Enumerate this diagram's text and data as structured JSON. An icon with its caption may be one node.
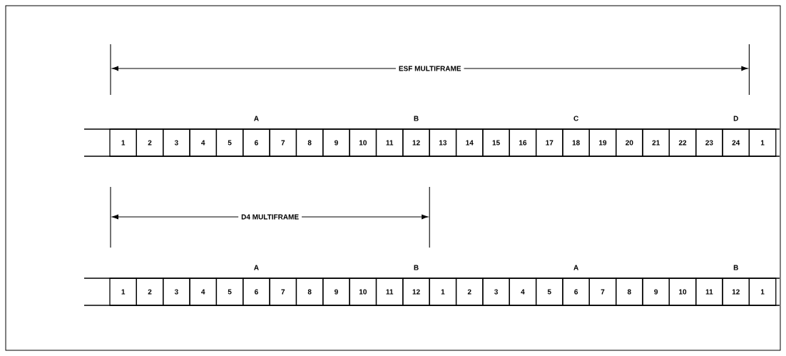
{
  "diagram": {
    "nodes": [
      {
        "text": [
          "1"
        ]
      },
      {
        "text": [
          "2"
        ]
      },
      {
        "text": [
          "3"
        ]
      },
      {
        "text": [
          "4"
        ]
      },
      {
        "text": [
          "5"
        ]
      },
      {
        "text": [
          "6"
        ]
      },
      {
        "text": [
          "7"
        ]
      },
      {
        "text": [
          "8"
        ]
      },
      {
        "text": [
          "9"
        ]
      },
      {
        "text": [
          "10"
        ]
      },
      {
        "text": [
          "11"
        ]
      },
      {
        "text": [
          "12"
        ]
      },
      {
        "text": [
          "13"
        ]
      },
      {
        "text": [
          "14"
        ]
      },
      {
        "text": [
          "15"
        ]
      },
      {
        "text": [
          "16"
        ]
      },
      {
        "text": [
          "17"
        ]
      },
      {
        "text": [
          "18"
        ]
      },
      {
        "text": [
          "19"
        ]
      },
      {
        "text": [
          "20"
        ]
      },
      {
        "text": [
          "21"
        ]
      },
      {
        "text": [
          "22"
        ]
      },
      {
        "text": [
          "23"
        ]
      },
      {
        "text": [
          "24"
        ]
      },
      {
        "text": [
          "1"
        ]
      },
      {
        "text": [
          "1"
        ]
      },
      {
        "text": [
          "2"
        ]
      },
      {
        "text": [
          "3"
        ]
      },
      {
        "text": [
          "4"
        ]
      },
      {
        "text": [
          "5"
        ]
      },
      {
        "text": [
          "6"
        ]
      },
      {
        "text": [
          "7"
        ]
      },
      {
        "text": [
          "8"
        ]
      },
      {
        "text": [
          "9"
        ]
      },
      {
        "text": [
          "10"
        ]
      },
      {
        "text": [
          "11"
        ]
      },
      {
        "text": [
          "12"
        ]
      },
      {
        "text": [
          "1"
        ]
      },
      {
        "text": [
          "2"
        ]
      },
      {
        "text": [
          "3"
        ]
      },
      {
        "text": [
          "4"
        ]
      },
      {
        "text": [
          "5"
        ]
      },
      {
        "text": [
          "6"
        ]
      },
      {
        "text": [
          "7"
        ]
      },
      {
        "text": [
          "8"
        ]
      },
      {
        "text": [
          "9"
        ]
      },
      {
        "text": [
          "10"
        ]
      },
      {
        "text": [
          "11"
        ]
      },
      {
        "text": [
          "12"
        ]
      },
      {
        "text": [
          "1"
        ]
      }
    ],
    "labels": [
      "ESF MULTIFRAME",
      "A",
      "B",
      "C",
      "D",
      "D4 MULTIFRAME",
      "A",
      "B",
      "A",
      "B"
    ]
  }
}
